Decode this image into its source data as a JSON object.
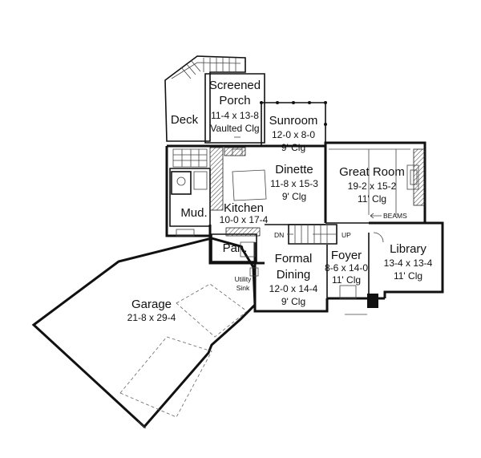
{
  "rooms": {
    "screened_porch": {
      "name_1": "Screened",
      "name_2": "Porch",
      "dims": "11-4 x 13-8",
      "ceiling": "Vaulted Clg"
    },
    "deck": {
      "name": "Deck"
    },
    "sunroom": {
      "name": "Sunroom",
      "dims": "12-0 x 8-0",
      "ceiling": "9' Clg"
    },
    "great_room": {
      "name": "Great Room",
      "dims": "19-2 x 15-2",
      "ceiling": "11' Clg"
    },
    "dinette": {
      "name": "Dinette",
      "dims": "11-8 x 15-3",
      "ceiling": "9' Clg"
    },
    "kitchen": {
      "name": "Kitchen",
      "dims": "10-0 x 17-4"
    },
    "mud": {
      "name": "Mud."
    },
    "pantry": {
      "name": "Pan."
    },
    "formal_dining": {
      "name_1": "Formal",
      "name_2": "Dining",
      "dims": "12-0 x 14-4",
      "ceiling": "9' Clg"
    },
    "foyer": {
      "name": "Foyer",
      "dims": "8-6 x 14-0",
      "ceiling": "11' Clg"
    },
    "library": {
      "name": "Library",
      "dims": "13-4 x 13-4",
      "ceiling": "11' Clg"
    },
    "garage": {
      "name": "Garage",
      "dims": "21-8 x 29-4"
    }
  },
  "labels": {
    "utility_1": "Utility",
    "utility_2": "Sink",
    "beams": "BEAMS",
    "stair_down": "DN",
    "stair_up": "UP"
  }
}
